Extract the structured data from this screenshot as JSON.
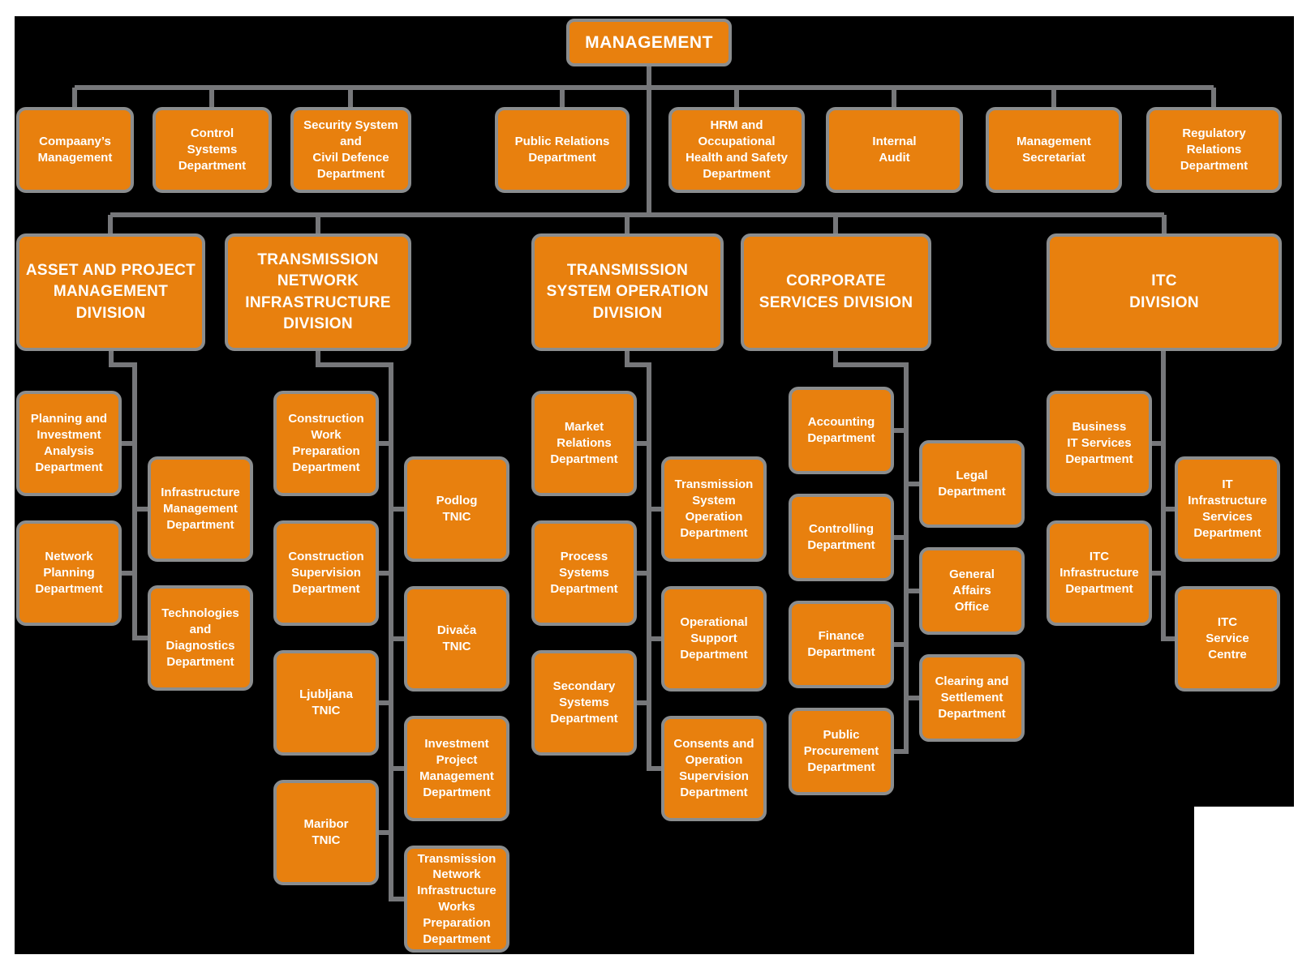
{
  "colors": {
    "box_fill": "#E8800E",
    "box_border": "#8B8D8E",
    "line": "#76777A",
    "text": "#FFFFFF",
    "canvas_bg": "#000000",
    "page_bg": "#FFFFFF"
  },
  "root": {
    "label": "MANAGEMENT"
  },
  "staff": [
    {
      "label": "Compaany’s\nManagement"
    },
    {
      "label": "Control\nSystems\nDepartment"
    },
    {
      "label": "Security System\nand\nCivil Defence\nDepartment"
    },
    {
      "label": "Public Relations\nDepartment"
    },
    {
      "label": "HRM and\nOccupational\nHealth and Safety\nDepartment"
    },
    {
      "label": "Internal\nAudit"
    },
    {
      "label": "Management\nSecretariat"
    },
    {
      "label": "Regulatory\nRelations\nDepartment"
    }
  ],
  "divisions": [
    {
      "label": "ASSET AND PROJECT\nMANAGEMENT\nDIVISION",
      "left": [
        {
          "label": "Planning and\nInvestment\nAnalysis\nDepartment"
        },
        {
          "label": "Network\nPlanning\nDepartment"
        }
      ],
      "right": [
        {
          "label": "Infrastructure\nManagement\nDepartment"
        },
        {
          "label": "Technologies\nand Diagnostics\nDepartment"
        }
      ]
    },
    {
      "label": "TRANSMISSION\nNETWORK\nINFRASTRUCTURE\nDIVISION",
      "left": [
        {
          "label": "Construction\nWork\nPreparation\nDepartment"
        },
        {
          "label": "Construction\nSupervision\nDepartment"
        },
        {
          "label": "Ljubljana\nTNIC"
        },
        {
          "label": "Maribor\nTNIC"
        }
      ],
      "right": [
        {
          "label": "Podlog\nTNIC"
        },
        {
          "label": "Divača\nTNIC"
        },
        {
          "label": "Investment\nProject\nManagement\nDepartment"
        },
        {
          "label": "Transmission\nNetwork\nInfrastructure\nWorks\nPreparation\nDepartment"
        }
      ]
    },
    {
      "label": "TRANSMISSION\nSYSTEM OPERATION\nDIVISION",
      "left": [
        {
          "label": "Market\nRelations\nDepartment"
        },
        {
          "label": "Process\nSystems\nDepartment"
        },
        {
          "label": "Secondary\nSystems\nDepartment"
        }
      ],
      "right": [
        {
          "label": "Transmission\nSystem\nOperation\nDepartment"
        },
        {
          "label": "Operational\nSupport\nDepartment"
        },
        {
          "label": "Consents and\nOperation\nSupervision\nDepartment"
        }
      ]
    },
    {
      "label": "CORPORATE\nSERVICES DIVISION",
      "left": [
        {
          "label": "Accounting\nDepartment"
        },
        {
          "label": "Controlling\nDepartment"
        },
        {
          "label": "Finance\nDepartment"
        },
        {
          "label": "Public\nProcurement\nDepartment"
        }
      ],
      "right": [
        {
          "label": "Legal\nDepartment"
        },
        {
          "label": "General\nAffairs\nOffice"
        },
        {
          "label": "Clearing and\nSettlement\nDepartment"
        }
      ]
    },
    {
      "label": "ITC\nDIVISION",
      "left": [
        {
          "label": "Business\nIT Services\nDepartment"
        },
        {
          "label": "ITC\nInfrastructure\nDepartment"
        }
      ],
      "right": [
        {
          "label": "IT\nInfrastructure\nServices\nDepartment"
        },
        {
          "label": "ITC\nService\nCentre"
        }
      ]
    }
  ]
}
